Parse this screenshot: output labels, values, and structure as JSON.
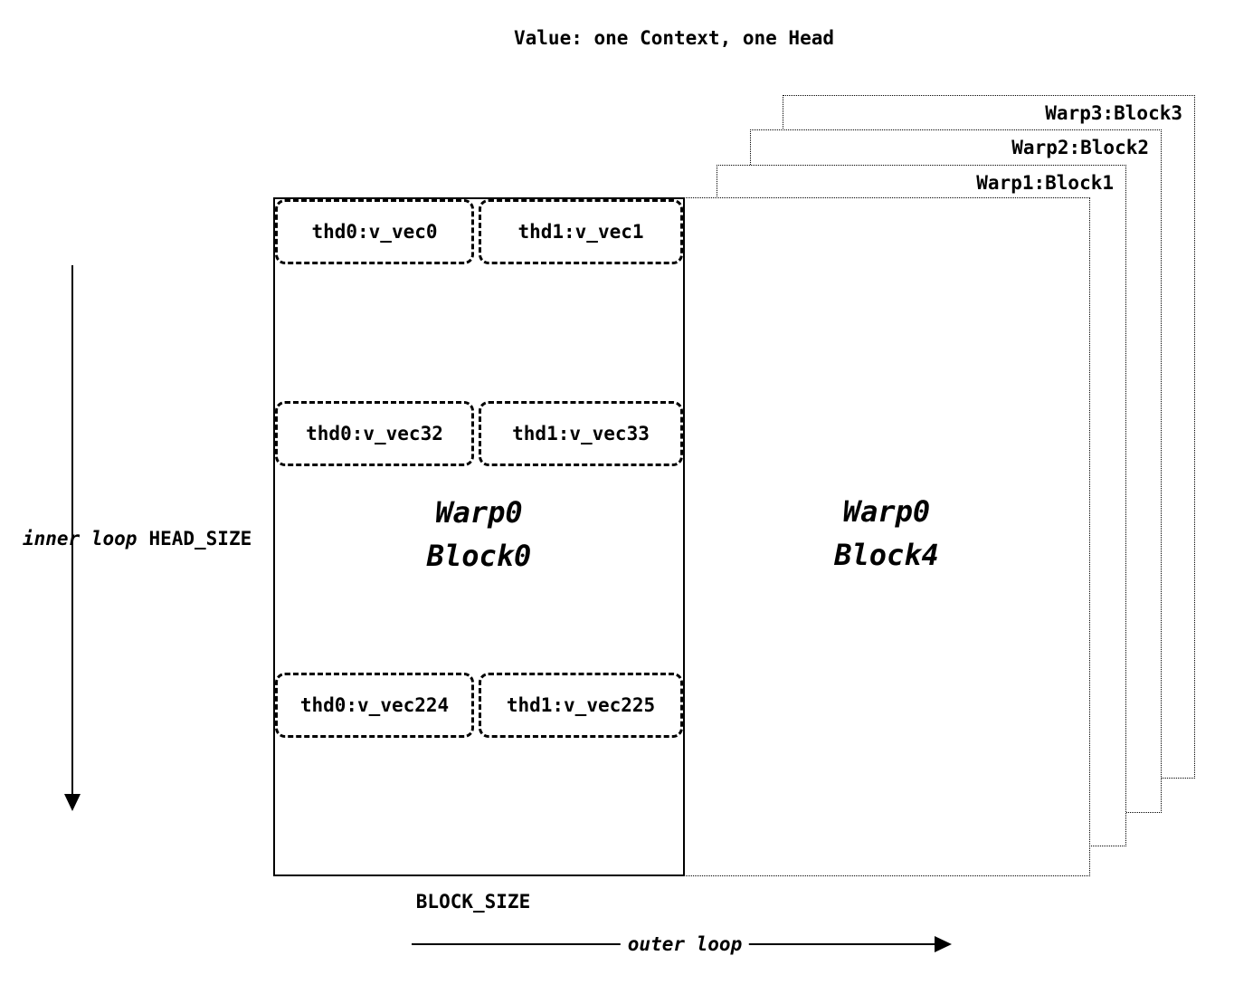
{
  "title": "Value: one Context, one Head",
  "stacked_blocks": [
    {
      "label": "Warp3:Block3"
    },
    {
      "label": "Warp2:Block2"
    },
    {
      "label": "Warp1:Block1"
    }
  ],
  "main_block": {
    "label_line1": "Warp0",
    "label_line2": "Block0",
    "rows": [
      {
        "cells": [
          "thd0:v_vec0",
          "thd1:v_vec1"
        ]
      },
      {
        "cells": [
          "thd0:v_vec32",
          "thd1:v_vec33"
        ]
      },
      {
        "cells": [
          "thd0:v_vec224",
          "thd1:v_vec225"
        ]
      }
    ]
  },
  "right_block": {
    "label_line1": "Warp0",
    "label_line2": "Block4"
  },
  "left_axis": {
    "loop_label": "inner loop",
    "size_label": "HEAD_SIZE"
  },
  "bottom_axis": {
    "size_label": "BLOCK_SIZE",
    "loop_label": "outer loop"
  },
  "colors": {
    "foreground": "#000000",
    "background": "#ffffff"
  }
}
